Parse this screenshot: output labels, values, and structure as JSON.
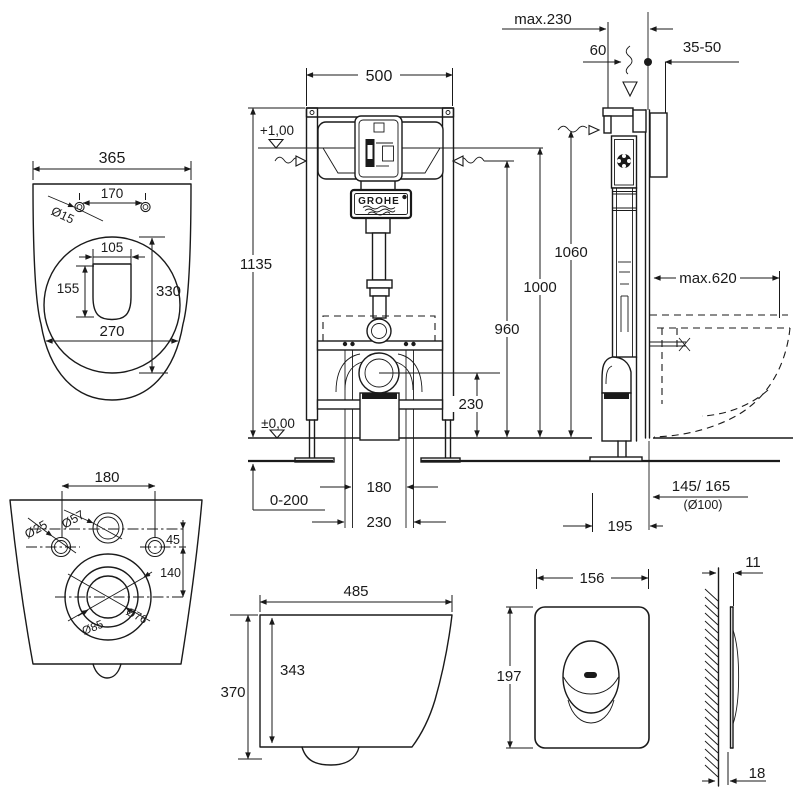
{
  "brand": "GROHE",
  "top_view": {
    "overall_width": "365",
    "hole_spacing": "170",
    "hole_diameter": "Ø15",
    "opening_width": "105",
    "opening_depth": "155",
    "seat_depth": "330",
    "bowl_width": "270"
  },
  "front_view": {
    "frame_width": "500",
    "frame_height": "1135",
    "upper_level": "+1,00",
    "floor_level": "±0,00",
    "foot_adjustment": "0-200",
    "bolt_spacing": "180",
    "lower_spacing": "230",
    "outlet_height": "230"
  },
  "install_heights": {
    "h1": "1060",
    "h2": "1000",
    "h3": "960"
  },
  "side_view": {
    "max_depth": "max.230",
    "supply_offset": "60",
    "wall_finish": "35-50",
    "bowl_reach": "max.620",
    "outlet_offset": "145/ 165",
    "outlet_pipe_dia": "(Ø100)",
    "outlet_wall_distance": "195"
  },
  "rear_view": {
    "bolt_spacing": "180",
    "bolt_hole_dia": "Ø25",
    "flush_inlet_dia": "Ø57",
    "inlet_drop": "45",
    "outlet_drop": "140",
    "outlet_outer_dia": "Ø85",
    "outlet_inner_dia": "Ø76"
  },
  "profile_view": {
    "depth": "485",
    "body_height": "343",
    "total_height": "370"
  },
  "flush_plate": {
    "width": "156",
    "height": "197",
    "top_projection": "11",
    "bottom_projection": "18"
  }
}
